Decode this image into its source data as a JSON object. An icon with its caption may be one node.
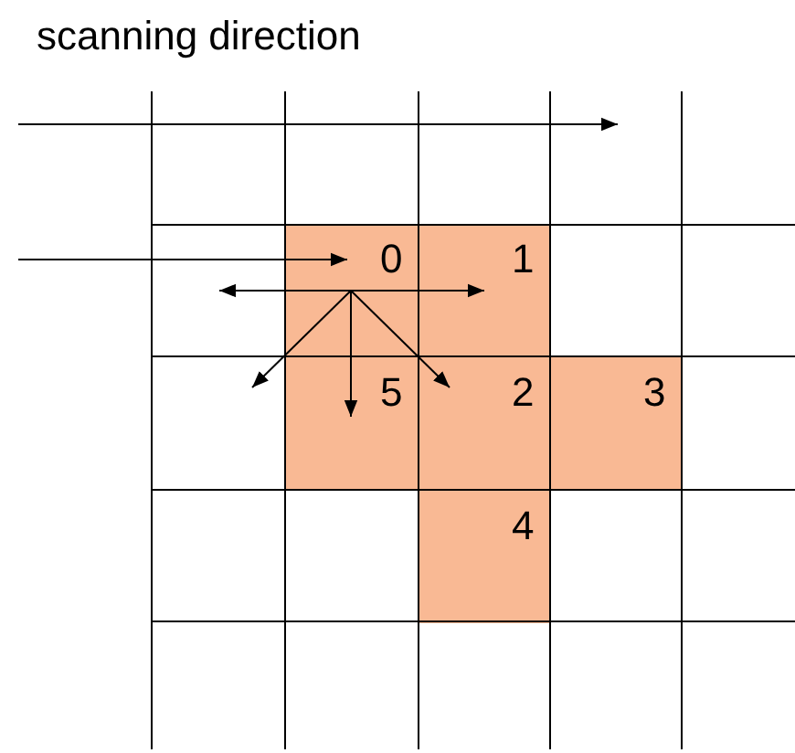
{
  "diagram": {
    "labels": [
      "scanning direction",
      "0",
      "1",
      "5",
      "2",
      "3",
      "4"
    ]
  }
}
